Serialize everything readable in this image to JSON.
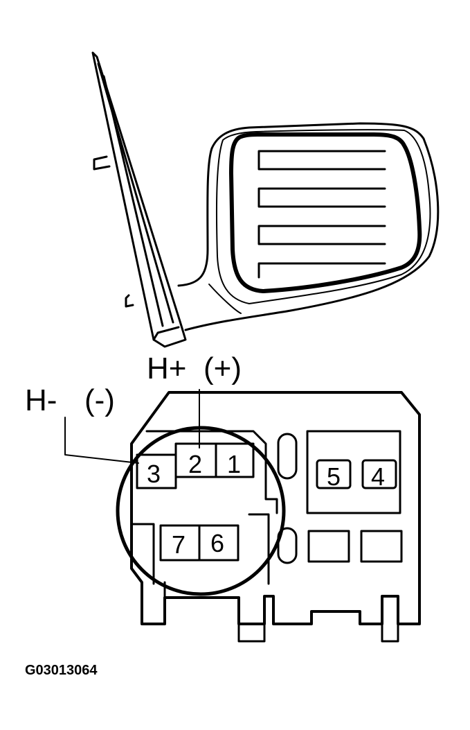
{
  "labels": {
    "h_plus": "H+",
    "h_plus_sign": "(+)",
    "h_minus": "H-",
    "h_minus_sign": "(-)"
  },
  "pins": {
    "p1": "1",
    "p2": "2",
    "p3": "3",
    "p4": "4",
    "p5": "5",
    "p6": "6",
    "p7": "7"
  },
  "figure_code": "G03013064"
}
